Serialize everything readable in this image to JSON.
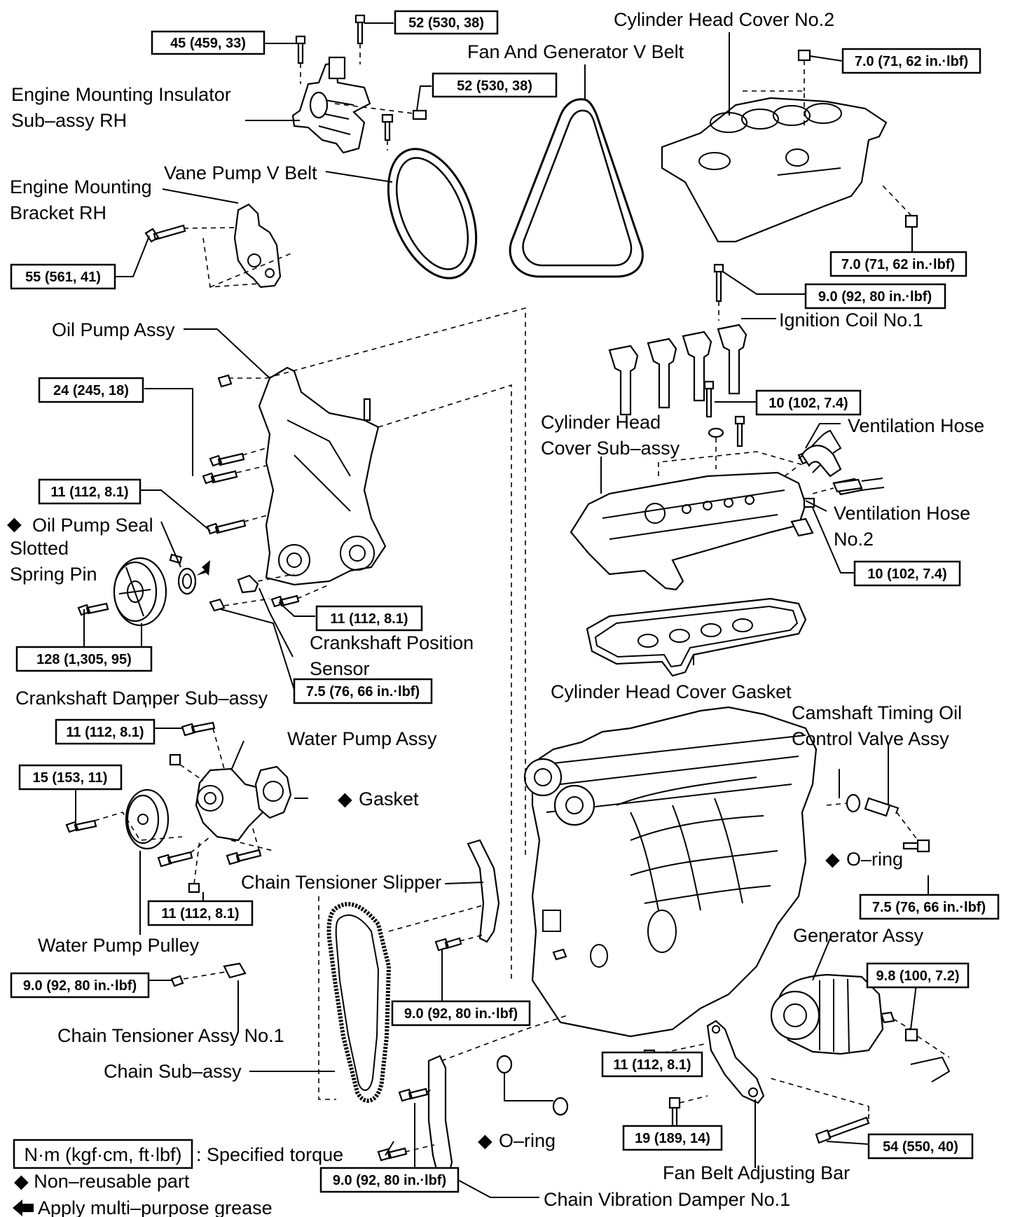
{
  "labels": {
    "cylinder_head_cover_no2": "Cylinder Head Cover No.2",
    "fan_generator_v_belt": "Fan And Generator V Belt",
    "engine_mounting_insulator_1": "Engine Mounting Insulator",
    "engine_mounting_insulator_2": "Sub–assy RH",
    "vane_pump_v_belt": "Vane Pump V Belt",
    "engine_mounting_bracket_1": "Engine Mounting",
    "engine_mounting_bracket_2": "Bracket RH",
    "oil_pump_assy": "Oil Pump Assy",
    "ignition_coil_no1": "Ignition Coil No.1",
    "cyl_head_cover_subassy_1": "Cylinder Head",
    "cyl_head_cover_subassy_2": "Cover Sub–assy",
    "ventilation_hose": "Ventilation Hose",
    "ventilation_hose_no2_1": "Ventilation Hose",
    "ventilation_hose_no2_2": "No.2",
    "oil_pump_seal": "Oil Pump Seal",
    "slotted_spring_pin_1": "Slotted",
    "slotted_spring_pin_2": "Spring Pin",
    "crankshaft_position_sensor_1": "Crankshaft Position",
    "crankshaft_position_sensor_2": "Sensor",
    "crankshaft_damper": "Crankshaft Damper Sub–assy",
    "cylinder_head_cover_gasket": "Cylinder Head Cover Gasket",
    "camshaft_timing_1": "Camshaft Timing Oil",
    "camshaft_timing_2": "Control Valve Assy",
    "water_pump_assy": "Water Pump Assy",
    "gasket": "Gasket",
    "o_ring_upper": "O–ring",
    "chain_tensioner_slipper": "Chain Tensioner Slipper",
    "generator_assy": "Generator Assy",
    "water_pump_pulley": "Water Pump Pulley",
    "chain_tensioner_assy_no1": "Chain Tensioner Assy No.1",
    "chain_subassy": "Chain Sub–assy",
    "o_ring_lower": "O–ring",
    "fan_belt_adjusting_bar": "Fan Belt Adjusting Bar",
    "chain_vibration_damper": "Chain Vibration Damper No.1",
    "non_reusable_symbol": "◆"
  },
  "torques": {
    "t52_top": "52 (530, 38)",
    "t45": "45 (459, 33)",
    "t52_mid": "52 (530, 38)",
    "t70_top": "7.0 (71, 62 in.·lbf)",
    "t70_mid": "7.0 (71, 62 in.·lbf)",
    "t55": "55 (561, 41)",
    "t90_coil": "9.0 (92, 80 in.·lbf)",
    "t24": "24 (245, 18)",
    "t10_upper": "10 (102, 7.4)",
    "t11_oilpump": "11 (112, 8.1)",
    "t10_lower": "10 (102, 7.4)",
    "t11_sensor": "11 (112, 8.1)",
    "t128": "128 (1,305, 95)",
    "t75_sensor": "7.5 (76, 66 in.·lbf)",
    "t11_waterpump": "11 (112, 8.1)",
    "t15": "15 (153, 11)",
    "t11_pulley": "11 (112, 8.1)",
    "t75_ocv": "7.5 (76, 66 in.·lbf)",
    "t98": "9.8 (100, 7.2)",
    "t90_tensioner": "9.0 (92, 80 in.·lbf)",
    "t90_slipper": "9.0 (92, 80 in.·lbf)",
    "t11_bar": "11 (112, 8.1)",
    "t19": "19 (189, 14)",
    "t54": "54 (550, 40)",
    "t90_damper": "9.0 (92, 80 in.·lbf)"
  },
  "legend": {
    "unit_box": "N·m (kgf·cm, ft·lbf)",
    "unit_text": ": Specified torque",
    "non_reusable": "◆ Non–reusable part",
    "grease": "Apply multi–purpose grease"
  }
}
